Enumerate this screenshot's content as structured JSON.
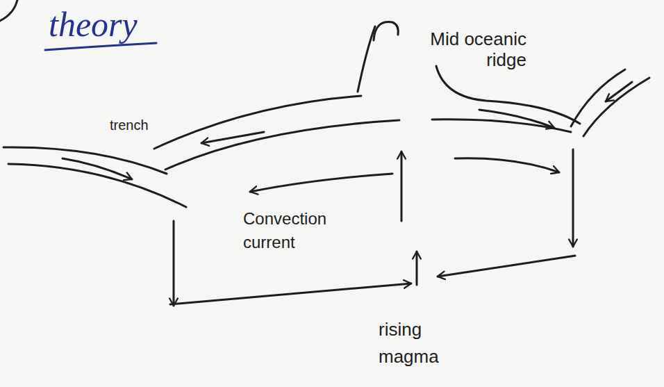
{
  "diagram": {
    "title": "theory",
    "labels": [
      "Mid oceanic ridge",
      "trench",
      "Convection current",
      "rising magma"
    ]
  }
}
